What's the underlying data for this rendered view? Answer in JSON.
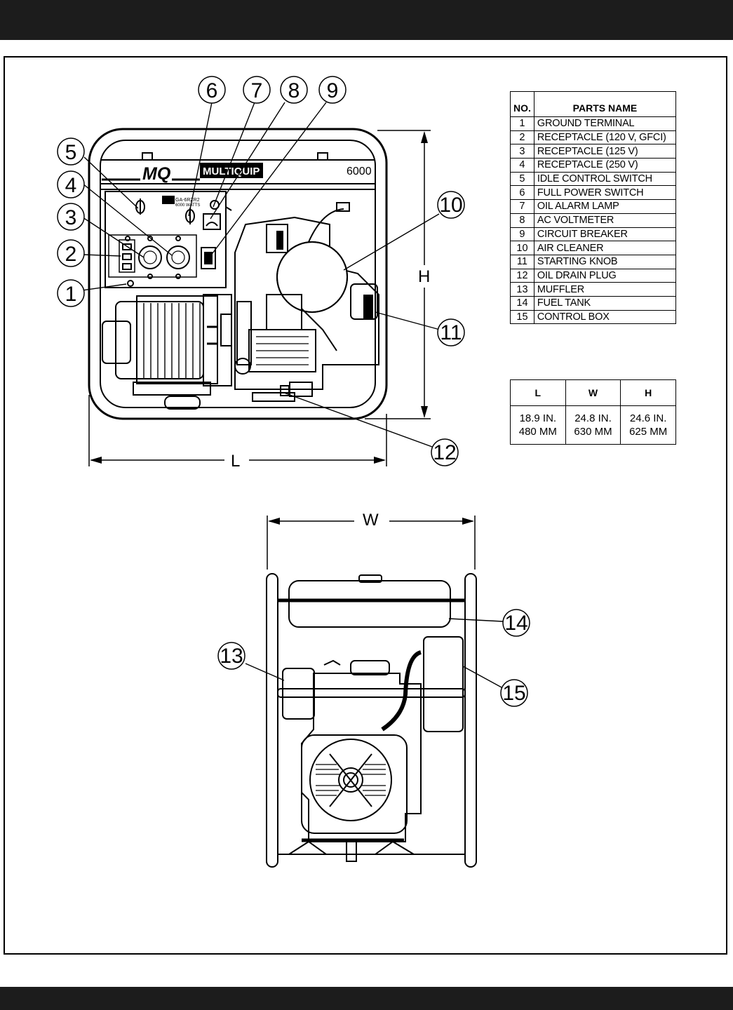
{
  "callouts": [
    "1",
    "2",
    "3",
    "4",
    "5",
    "6",
    "7",
    "8",
    "9",
    "10",
    "11",
    "12",
    "13",
    "14",
    "15"
  ],
  "parts_table": {
    "header_no": "NO.",
    "header_name": "PARTS NAME",
    "rows": [
      {
        "no": "1",
        "name": "GROUND TERMINAL"
      },
      {
        "no": "2",
        "name": "RECEPTACLE (120 V, GFCI)"
      },
      {
        "no": "3",
        "name": "RECEPTACLE (125 V)"
      },
      {
        "no": "4",
        "name": "RECEPTACLE (250 V)"
      },
      {
        "no": "5",
        "name": "IDLE CONTROL SWITCH"
      },
      {
        "no": "6",
        "name": "FULL POWER SWITCH"
      },
      {
        "no": "7",
        "name": "OIL ALARM LAMP"
      },
      {
        "no": "8",
        "name": "AC VOLTMETER"
      },
      {
        "no": "9",
        "name": "CIRCUIT BREAKER"
      },
      {
        "no": "10",
        "name": "AIR CLEANER"
      },
      {
        "no": "11",
        "name": "STARTING KNOB"
      },
      {
        "no": "12",
        "name": "OIL DRAIN PLUG"
      },
      {
        "no": "13",
        "name": "MUFFLER"
      },
      {
        "no": "14",
        "name": "FUEL TANK"
      },
      {
        "no": "15",
        "name": "CONTROL BOX"
      }
    ]
  },
  "dimensions_table": {
    "headers": [
      "L",
      "W",
      "H"
    ],
    "inches": [
      "18.9 IN.",
      "24.8 IN.",
      "24.6 IN."
    ],
    "mm": [
      "480 MM",
      "630 MM",
      "625 MM"
    ]
  },
  "dimension_labels": {
    "length": "L",
    "width": "W",
    "height": "H"
  },
  "generator_labels": {
    "brand_logo": "MQ",
    "brand_name": "MULTIQUIP",
    "model_number": "6000",
    "panel_model": "GA-6RZR2",
    "panel_rating": "6000 WATTS"
  }
}
